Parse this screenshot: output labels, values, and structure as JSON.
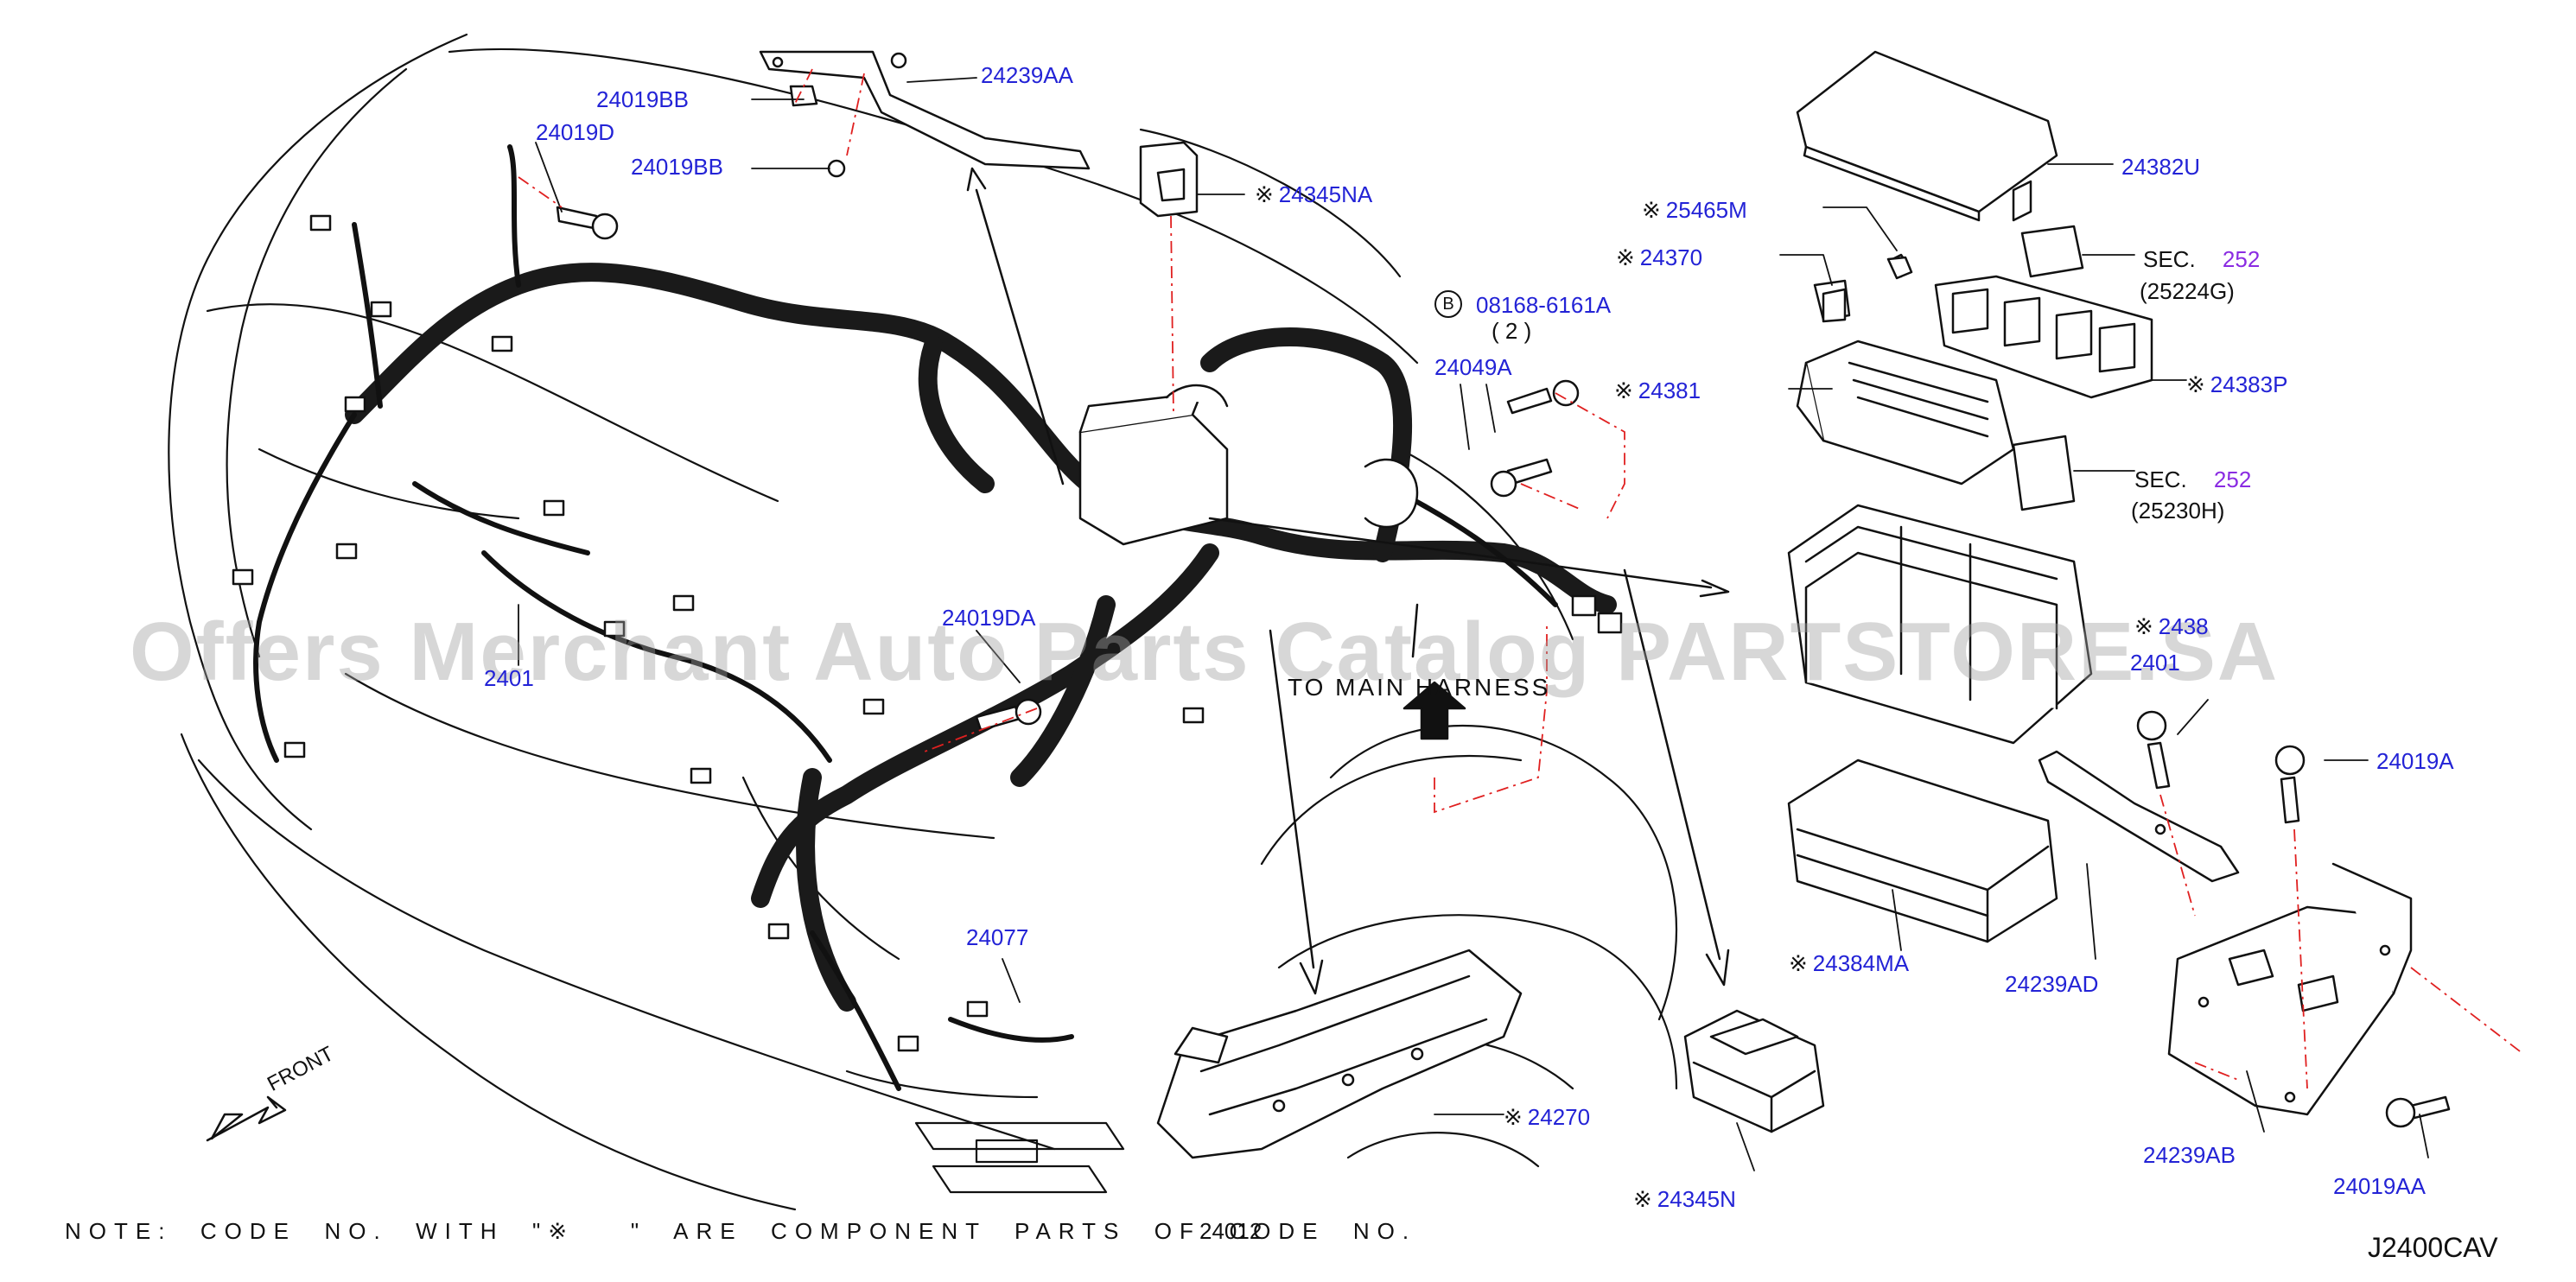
{
  "labels": {
    "p24239AA": "24239AA",
    "p24019BB_a": "24019BB",
    "p24019BB_b": "24019BB",
    "p24019D": "24019D",
    "p24345NA": "24345NA",
    "p24382U": "24382U",
    "p25465M": "25465M",
    "p24370": "24370",
    "sec252_a": "252",
    "sec_a_sub": "(25224G)",
    "p08168": "08168-6161A",
    "p08168_qty": "( 2 )",
    "p24049A": "24049A",
    "p24381": "24381",
    "p24383P": "24383P",
    "sec252_b": "252",
    "sec_b_sub": "(25230H)",
    "p24019DA": "24019DA",
    "p24077": "24077",
    "p24270": "24270",
    "p24345N": "24345N",
    "p24384MA": "24384MA",
    "p24239AD": "24239AD",
    "p24239AB": "24239AB",
    "p24019A": "24019A",
    "p24019AA": "24019AA",
    "p24011_partial": "2401",
    "p24384M_partial": "2438",
    "p2401_right_partial": "2401"
  },
  "text": {
    "sec": "SEC.",
    "mark": "※",
    "b": "B",
    "to_main_harness": "TO  MAIN  HARNESS",
    "front": "FRONT",
    "note": "NOTE:  CODE  NO.  WITH  \"※    \"  ARE  COMPONENT  PARTS  OF  CODE  NO.",
    "note_code": "24012",
    "diagram_id": "J2400CAV",
    "watermark": "Offers Merchant Auto Parts Catalog PARTSTORE.SA"
  },
  "colors": {
    "label": "#2323d6",
    "sec_number": "#8a2be2",
    "leader": "#111111",
    "dashed_leader": "#e02020"
  }
}
